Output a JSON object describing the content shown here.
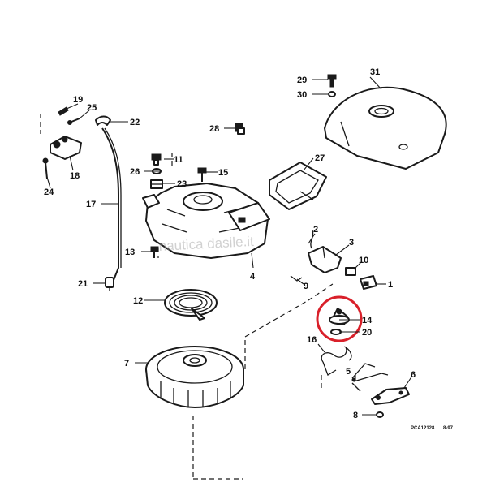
{
  "watermark": "nautica dasile.it",
  "drawing_code": "PCA12128",
  "drawing_date": "8-97",
  "highlight_color": "#d9202a",
  "line_color": "#1a1a1a",
  "callouts": {
    "c1": "1",
    "c2": "2",
    "c3": "3",
    "c4": "4",
    "c5": "5",
    "c6": "6",
    "c7": "7",
    "c8": "8",
    "c9": "9",
    "c10": "10",
    "c11": "11",
    "c12": "12",
    "c13": "13",
    "c14": "14",
    "c15": "15",
    "c16": "16",
    "c17": "17",
    "c18": "18",
    "c19": "19",
    "c20": "20",
    "c21": "21",
    "c22": "22",
    "c23": "23",
    "c24": "24",
    "c25": "25",
    "c26": "26",
    "c27": "27",
    "c28": "28",
    "c29": "29",
    "c30": "30",
    "c31": "31"
  }
}
